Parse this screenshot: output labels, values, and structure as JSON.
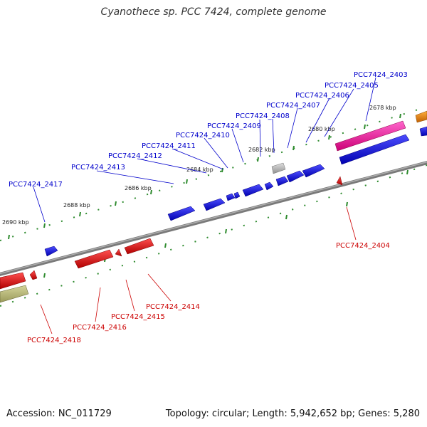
{
  "title": "Cyanothece sp. PCC 7424, complete genome",
  "footer": {
    "accession": "Accession: NC_011729",
    "summary": "Topology: circular; Length: 5,942,652 bp; Genes: 5,280"
  },
  "colors": {
    "forward_label": "#0000cc",
    "reverse_label": "#cc0000",
    "tick": "#2e8b2e",
    "backbone": "#808080"
  },
  "scale_labels": [
    "2678 kbp",
    "2680 kbp",
    "2682 kbp",
    "2684 kbp",
    "2686 kbp",
    "2688 kbp",
    "2690 kbp"
  ],
  "forward_labels": [
    {
      "text": "PCC7424_2403"
    },
    {
      "text": "PCC7424_2405"
    },
    {
      "text": "PCC7424_2406"
    },
    {
      "text": "PCC7424_2407"
    },
    {
      "text": "PCC7424_2408"
    },
    {
      "text": "PCC7424_2409"
    },
    {
      "text": "PCC7424_2410"
    },
    {
      "text": "PCC7424_2411"
    },
    {
      "text": "PCC7424_2412"
    },
    {
      "text": "PCC7424_2413"
    },
    {
      "text": "PCC7424_2417"
    }
  ],
  "reverse_labels": [
    {
      "text": "PCC7424_2404"
    },
    {
      "text": "PCC7424_2414"
    },
    {
      "text": "PCC7424_2415"
    },
    {
      "text": "PCC7424_2416"
    },
    {
      "text": "PCC7424_2418"
    }
  ]
}
